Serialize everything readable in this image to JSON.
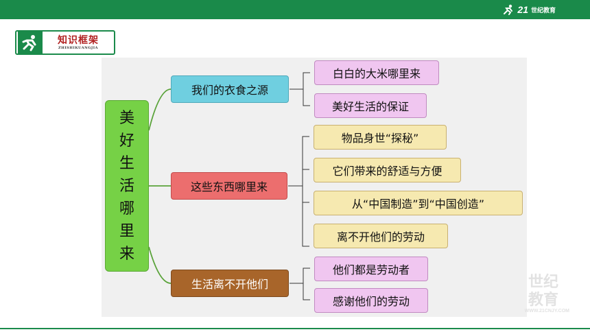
{
  "header": {
    "brand_number": "21",
    "brand_name": "世纪教育",
    "brand_url": "WWW.21CNJY.COM"
  },
  "badge": {
    "title": "知识框架",
    "pinyin": "ZHISHIKUANGJIA"
  },
  "mindmap": {
    "root_chars": [
      "美",
      "好",
      "生",
      "活",
      "哪",
      "里",
      "来"
    ],
    "branch1": {
      "label": "我们的衣食之源",
      "color": "#6fcfe0",
      "leaves": [
        "白白的大米哪里来",
        "美好生活的保证"
      ]
    },
    "branch2": {
      "label": "这些东西哪里来",
      "color": "#ec6e6e",
      "leaves": [
        "物品身世“探秘”",
        "它们带来的舒适与方便",
        "从“中国制造”到“中国创造”",
        "离不开他们的劳动"
      ]
    },
    "branch3": {
      "label": "生活离不开他们",
      "color": "#a8652a",
      "leaves": [
        "他们都是劳动者",
        "感谢他们的劳动"
      ]
    }
  },
  "colors": {
    "header_green": "#1a8a4a",
    "root_green": "#76d146",
    "leaf_pink": "#f0c6f0",
    "leaf_tan": "#f6e9b0"
  }
}
